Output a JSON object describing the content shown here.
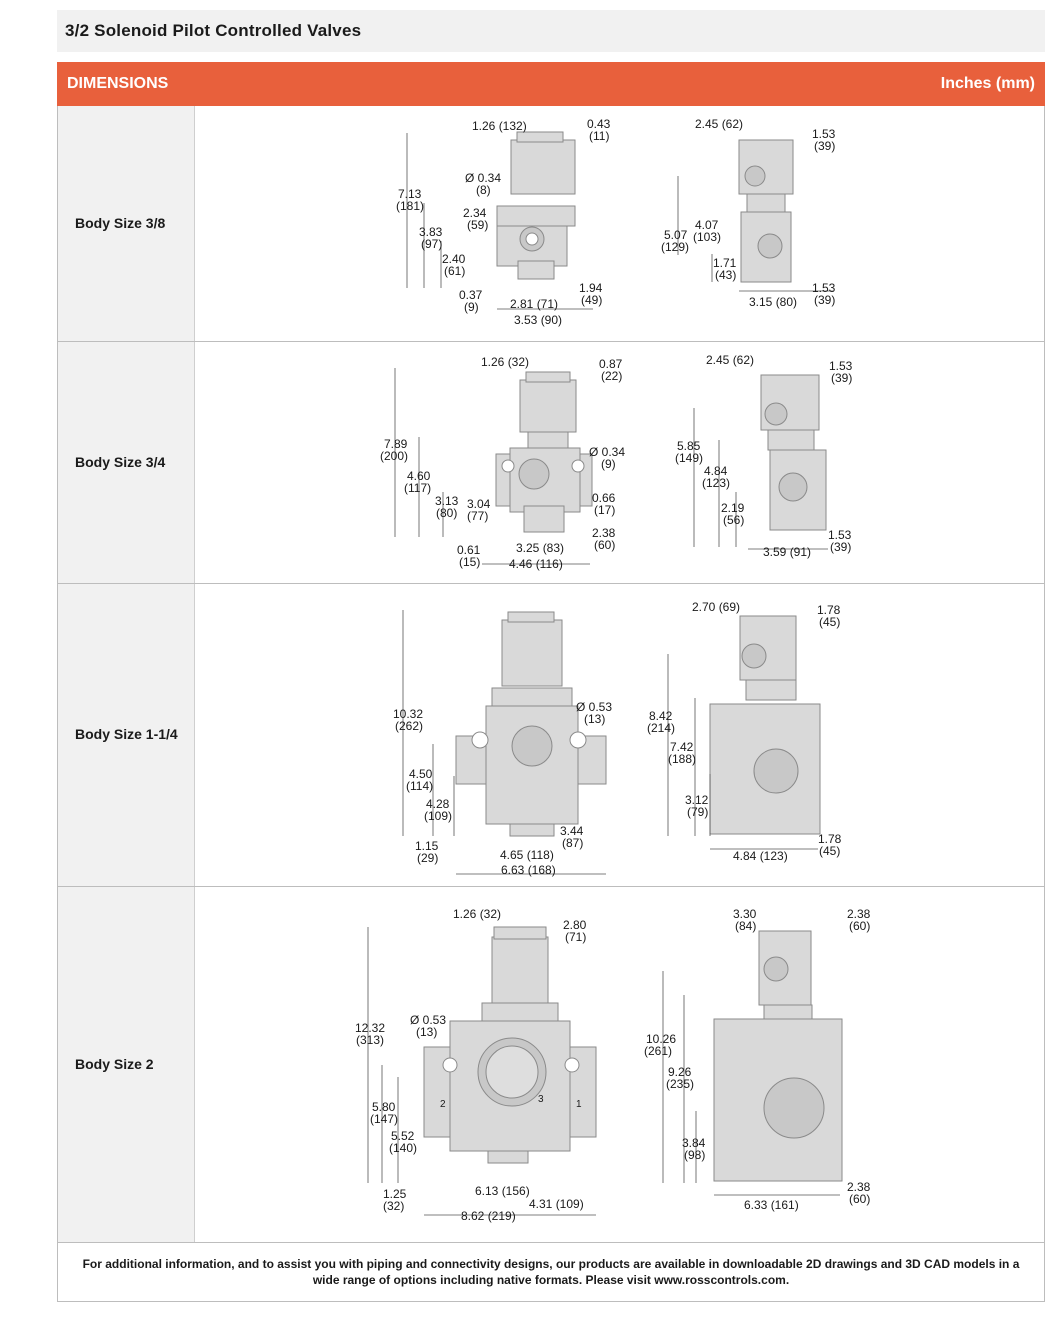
{
  "title": "3/2 Solenoid Pilot Controlled Valves",
  "header": {
    "left": "DIMENSIONS",
    "right": "Inches (mm)"
  },
  "rows": [
    {
      "label": "Body Size 3/8",
      "dims": [
        "1.26 (132)",
        "0.43",
        "(11)",
        "Ø 0.34",
        "(8)",
        "7.13",
        "(181)",
        "2.34",
        "(59)",
        "3.83",
        "(97)",
        "2.40",
        "(61)",
        "0.37",
        "(9)",
        "2.81 (71)",
        "1.94",
        "(49)",
        "3.53 (90)",
        "2.45 (62)",
        "1.53",
        "(39)",
        "5.07",
        "(129)",
        "4.07",
        "(103)",
        "1.71",
        "(43)",
        "1.53",
        "(39)",
        "3.15 (80)"
      ]
    },
    {
      "label": "Body Size 3/4",
      "dims": [
        "1.26 (32)",
        "0.87",
        "(22)",
        "7.89",
        "(200)",
        "Ø 0.34",
        "(9)",
        "4.60",
        "(117)",
        "3.13",
        "(80)",
        "3.04",
        "(77)",
        "0.66",
        "(17)",
        "2.38",
        "(60)",
        "0.61",
        "(15)",
        "3.25 (83)",
        "4.46 (116)",
        "2.45 (62)",
        "1.53",
        "(39)",
        "5.85",
        "(149)",
        "4.84",
        "(123)",
        "2.19",
        "(56)",
        "1.53",
        "(39)",
        "3.59 (91)"
      ]
    },
    {
      "label": "Body Size 1-1/4",
      "dims": [
        "10.32",
        "(262)",
        "Ø 0.53",
        "(13)",
        "4.50",
        "(114)",
        "4.28",
        "(109)",
        "3.44",
        "(87)",
        "1.15",
        "(29)",
        "4.65 (118)",
        "6.63 (168)",
        "2.70 (69)",
        "1.78",
        "(45)",
        "8.42",
        "(214)",
        "7.42",
        "(188)",
        "3.12",
        "(79)",
        "1.78",
        "(45)",
        "4.84 (123)"
      ]
    },
    {
      "label": "Body Size 2",
      "dims": [
        "1.26 (32)",
        "2.80",
        "(71)",
        "12.32",
        "(313)",
        "Ø 0.53",
        "(13)",
        "5.80",
        "(147)",
        "5.52",
        "(140)",
        "1.25",
        "(32)",
        "6.13 (156)",
        "4.31 (109)",
        "8.62 (219)",
        "3.30",
        "(84)",
        "2.38",
        "(60)",
        "10.26",
        "(261)",
        "9.26",
        "(235)",
        "3.84",
        "(98)",
        "2.38",
        "(60)",
        "6.33 (161)"
      ]
    }
  ],
  "port_labels": [
    "2",
    "3",
    "1"
  ],
  "footer": "For additional information, and to assist you with piping and connectivity designs, our products are available in downloadable 2D drawings and 3D CAD models in a wide range of options including native formats. Please visit www.rosscontrols.com.",
  "colors": {
    "accent": "#e8603c",
    "panel": "#f1f1f1",
    "valve_body": "#d9d9d9"
  }
}
